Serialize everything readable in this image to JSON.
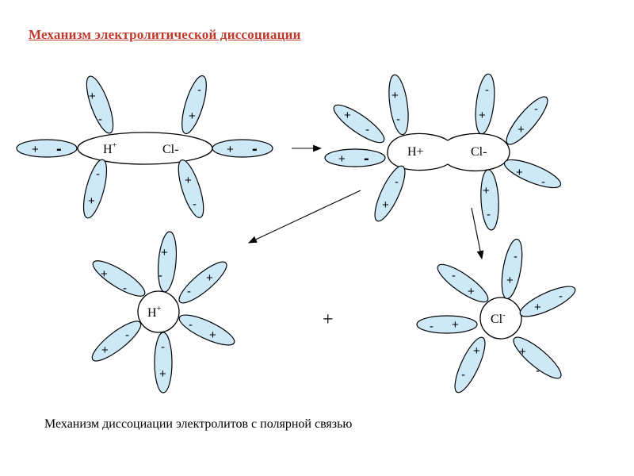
{
  "title": "Механизм электролитической диссоциации",
  "caption": "Механизм диссоциации электролитов с полярной связью",
  "ions": {
    "h_plus_sup": "H",
    "sup_plus": "+",
    "cl_minus": "Cl-",
    "h_plus_plain": "H+",
    "cl": "Cl",
    "sup_minus": "-"
  },
  "dipole_signs": {
    "plus": "+",
    "minus": "-"
  },
  "join_sign": "+",
  "colors": {
    "dipole_fill": "#cde8f7",
    "title": "#c0392b"
  }
}
